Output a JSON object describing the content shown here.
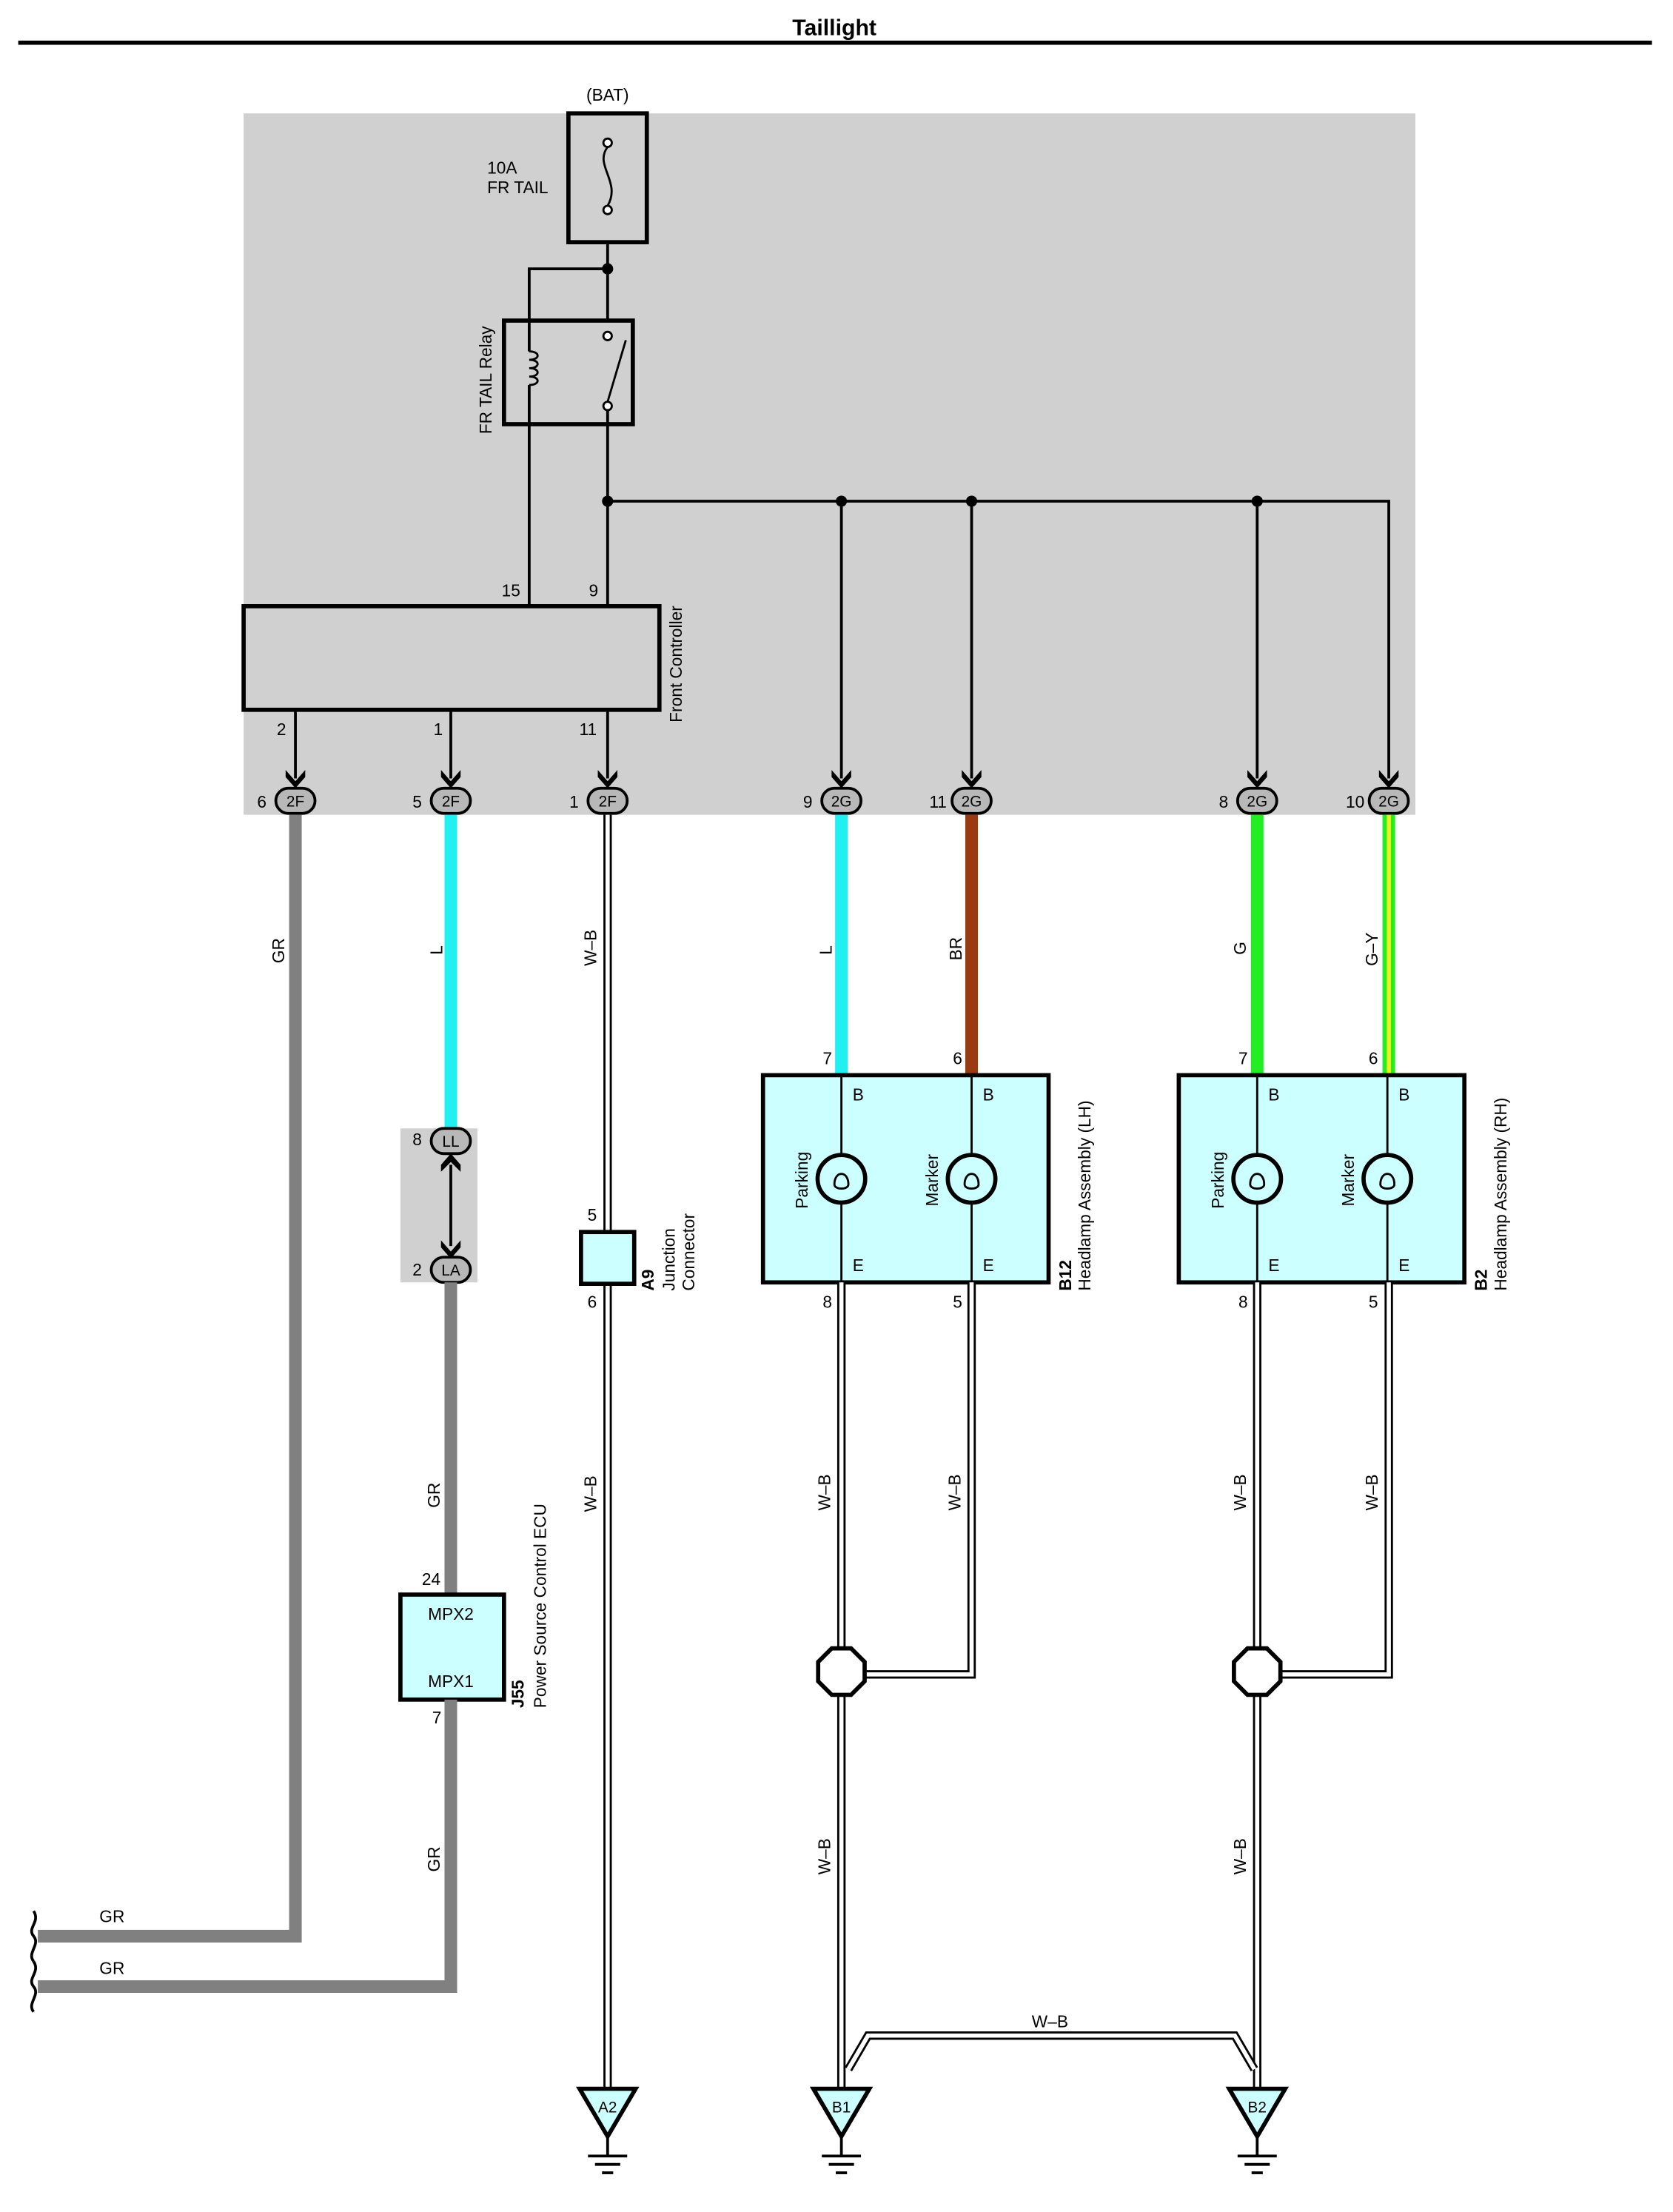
{
  "title": "Taillight",
  "colors": {
    "gray_wire": "#808080",
    "blue_wire": "#22f0f0",
    "brown_wire": "#9a3a12",
    "green_wire": "#22ee22",
    "yellow_stripe": "#f0f020",
    "panel_bg": "#d0d0d0",
    "comp_fill": "#ccffff"
  },
  "fuse": {
    "source": "(BAT)",
    "rating": "10A",
    "name": "FR TAIL"
  },
  "relay": {
    "name": "FR TAIL Relay"
  },
  "front_controller": {
    "name": "Front Controller",
    "pins": {
      "p15": "15",
      "p9": "9",
      "p2": "2",
      "p1": "1",
      "p11": "11"
    }
  },
  "connectors": [
    {
      "pin": "6",
      "code": "2F"
    },
    {
      "pin": "5",
      "code": "2F"
    },
    {
      "pin": "1",
      "code": "2F"
    },
    {
      "pin": "9",
      "code": "2G"
    },
    {
      "pin": "11",
      "code": "2G"
    },
    {
      "pin": "8",
      "code": "2G"
    },
    {
      "pin": "10",
      "code": "2G"
    }
  ],
  "wires": {
    "gr": "GR",
    "l": "L",
    "wb": "W–B",
    "br": "BR",
    "g": "G",
    "gy": "G–Y"
  },
  "inline": {
    "ll_pin": "8",
    "ll_code": "LL",
    "la_pin": "2",
    "la_code": "LA"
  },
  "junction": {
    "id": "A9",
    "name_line1": "Junction",
    "name_line2": "Connector",
    "pin_top": "5",
    "pin_bottom": "6"
  },
  "ecu": {
    "id": "J55",
    "name": "Power Source Control ECU",
    "pin_top": "24",
    "pin_bottom": "7",
    "label_top": "MPX2",
    "label_bottom": "MPX1"
  },
  "headlamp_lh": {
    "id": "B12",
    "name": "Headlamp Assembly (LH)",
    "pins": {
      "p7": "7",
      "p6": "6",
      "p8": "8",
      "p5": "5"
    },
    "b": "B",
    "e": "E",
    "lamp1": "Parking",
    "lamp2": "Marker"
  },
  "headlamp_rh": {
    "id": "B2",
    "name": "Headlamp Assembly (RH)",
    "pins": {
      "p7": "7",
      "p6": "6",
      "p8": "8",
      "p5": "5"
    },
    "b": "B",
    "e": "E",
    "lamp1": "Parking",
    "lamp2": "Marker"
  },
  "grounds": {
    "a2": "A2",
    "b1": "B1",
    "b2": "B2"
  }
}
